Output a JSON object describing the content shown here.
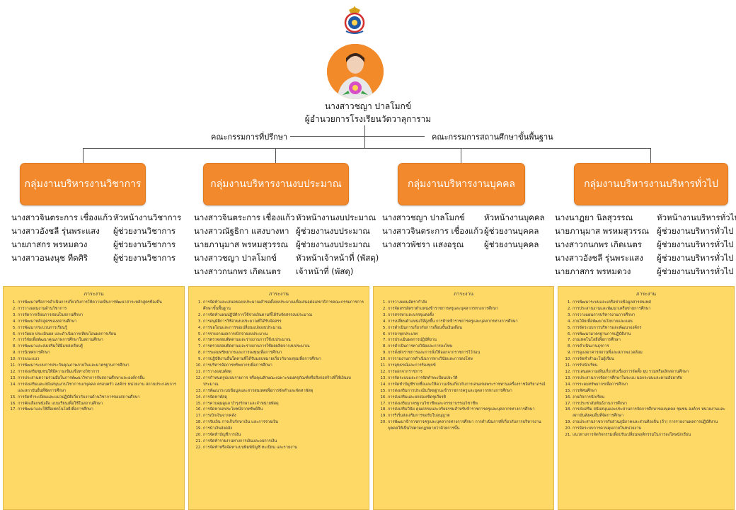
{
  "director": {
    "name": "นางสาวชญา ปาลโมกข์",
    "title": "ผู้อำนวยการโรงเรียนวัดวาลุการาม"
  },
  "committees": {
    "advisory": "คณะกรรมการที่ปรึกษา",
    "basic_education": "คณะกรรมการสถานศึกษาขั้นพื้นฐาน"
  },
  "colors": {
    "group_box": "#f2892c",
    "panel": "#ffd966",
    "photo_bg": "#f28a2a"
  },
  "groups": [
    {
      "title": "กลุ่มงานบริหารงานวิชาการ",
      "members": [
        {
          "name": "นางสาวจินตระการ เชื่องแก้ว",
          "role": "หัวหน้างานวิชาการ"
        },
        {
          "name": "นางสาวอังชลี รุ่นพระแสง",
          "role": "ผู้ช่วยงานวิชาการ"
        },
        {
          "name": "นายภาสกร พรหมดวง",
          "role": "ผู้ช่วยงานวิชาการ"
        },
        {
          "name": "นางสาวอนงนุช ทีดศิริ",
          "role": "ผู้ช่วยงานวิชาการ"
        }
      ],
      "panel_title": "ภาระงาน",
      "tasks": [
        "การพัฒนาหรือการดำเนินการเกี่ยวกับการให้ความเห็นการพัฒนาสาระหลักสูตรท้องถิ่น",
        "การวางแผนงานด้านวิชาการ",
        "การจัดการเรียนการสอนในสถานศึกษา",
        "การพัฒนาหลักสูตรของสถานศึกษา",
        "การพัฒนากระบวนการเรียนรู้",
        "การวัดผล ประเมินผล และดำเนินการเทียบโอนผลการเรียน",
        "การวิจัยเพื่อพัฒนาคุณภาพการศึกษาในสถานศึกษา",
        "การพัฒนาและส่งเสริมให้มีแหล่งเรียนรู้",
        "การนิเทศการศึกษา",
        "การแนะแนว",
        "การพัฒนาระบบการประกันคุณภาพภายในและมาตรฐานการศึกษา",
        "การส่งเสริมชุมชนให้มีความเข้มแข็งทางวิชาการ",
        "การประสานความร่วมมือในการพัฒนาวิชาการกับสถานศึกษาและองค์กรอื่น",
        "การส่งเสริมและสนับสนุนงานวิชาการแก่บุคคล ครอบครัว องค์กร หน่วยงาน สถานประกอบการและสถาบันอื่นที่จัดการศึกษา",
        "การจัดทำระเบียบและแนวปฏิบัติเกี่ยวกับงานด้านวิชาการของสถานศึกษา",
        "การคัดเลือกหนังสือ แบบเรียนเพื่อใช้ในสถานศึกษา",
        "การพัฒนาและใช้สื่อเทคโนโลยีเพื่อการศึกษา"
      ]
    },
    {
      "title": "กลุ่มงานบริหารงานงบประมาณ",
      "members": [
        {
          "name": "นางสาวจินตระการ เชื่องแก้ว",
          "role": "หัวหน้างานงบประมาณ"
        },
        {
          "name": "นางสาวณัฐธิกา แสงบางหา",
          "role": "ผู้ช่วยงานงบประมาณ"
        },
        {
          "name": "นายภานุมาส พรหมสุวรรณ",
          "role": "ผู้ช่วยงานงบประมาณ"
        },
        {
          "name": "นางสาวชญา ปาลโมกข์",
          "role": "หัวหน้าเจ้าหน้าที่ (พัสดุ)"
        },
        {
          "name": "นางสาวกนกพร เกิดเนตร",
          "role": "เจ้าหน้าที่ (พัสดุ)"
        }
      ],
      "panel_title": "ภาระงาน",
      "tasks": [
        "การจัดทำและเสนอของบประมาณคำขอตั้งงบประมาณเพื่อเสนอต่อเลขาธิการคณะกรรมการการศึกษาขั้นพื้นฐาน",
        "การจัดทำแผนปฏิบัติการใช้จ่ายเงินตามที่ได้รับจัดสรรงบประมาณ",
        "การอนุมัติการใช้จ่ายงบประมาณที่ได้รับจัดสรร",
        "การขอโอนและการขอเปลี่ยนแปลงงบประมาณ",
        "การรายงานผลการเบิกจ่ายงบประมาณ",
        "การตรวจสอบติดตามและรายงานการใช้งบประมาณ",
        "การตรวจสอบติดตามและรายงานการใช้ผลผลิตจากงบประมาณ",
        "การระดมทรัพยากรและการลงทุนเพื่อการศึกษา",
        "การปฏิบัติงานอื่นใดตามที่ได้รับมอบหมายเกี่ยวกับกองทุนเพื่อการศึกษา",
        "การบริหารจัดการทรัพยากรเพื่อการศึกษา",
        "การวางแผนพัสดุ",
        "การกำหนดรูปแบบรายการ หรือคุณลักษณะเฉพาะของครุภัณฑ์หรือสิ่งก่อสร้างที่ใช้เงินงบประมาณ",
        "การพัฒนาระบบข้อมูลและสารสนเทศเพื่อการจัดทำและจัดหาพัสดุ",
        "การจัดหาพัสดุ",
        "การควบคุมดูแล บำรุงรักษาและจำหน่ายพัสดุ",
        "การจัดหาผลประโยชน์จากทรัพย์สิน",
        "การเบิกเงินจากคลัง",
        "การรับเงิน การเก็บรักษาเงิน และการจ่ายเงิน",
        "การนำเงินส่งคลัง",
        "การจัดทำบัญชีการเงิน",
        "การจัดทำรายงานทางการเงินและงบการเงิน",
        "การจัดทำหรือจัดหาแบบพิมพ์บัญชี ทะเบียน และรายงาน"
      ]
    },
    {
      "title": "กลุ่มงานบริหารงานบุคคล",
      "members": [
        {
          "name": "นางสาวชญา ปาลโมกข์",
          "role": "หัวหน้างานบุคคล"
        },
        {
          "name": "นางสาวจินตระการ เชื่องแก้ว",
          "role": "ผู้ช่วยงานบุคคล"
        },
        {
          "name": "นางสาวพัชรา แสงอรุณ",
          "role": "ผู้ช่วยงานบุคคล"
        }
      ],
      "panel_title": "ภาระงาน",
      "tasks": [
        "การวางแผนอัตรากำลัง",
        "การจัดสรรอัตราตำแหน่งข้าราชการครูและบุคลากรทางการศึกษา",
        "การสรรหาและบรรจุแต่งตั้ง",
        "การเปลี่ยนตำแหน่งให้สูงขึ้น การย้ายข้าราชการครูและบุคลากรทางการศึกษา",
        "การดำเนินการเกี่ยวกับการเลื่อนขั้นเงินเดือน",
        "การลาทุกประเภท",
        "การประเมินผลการปฏิบัติงาน",
        "การดำเนินการทางวินัยและการลงโทษ",
        "การสั่งพักราชการและการสั่งให้ออกจากราชการไว้ก่อน",
        "การรายงานการดำเนินการทางวินัยและการลงโทษ",
        "การอุทธรณ์และการร้องทุกข์",
        "การออกจากราชการ",
        "การจัดระบบและการจัดทำทะเบียนประวัติ",
        "การจัดทำบัญชีรายชื่อและให้ความเห็นเกี่ยวกับการเสนอขอพระราชทานเครื่องราชอิสริยาภรณ์",
        "การส่งเสริมการประเมินวิทยฐานะข้าราชการครูและบุคลากรทางการศึกษา",
        "การส่งเสริมและยกย่องเชิดชูเกียรติ",
        "การส่งเสริมมาตรฐานวิชาชีพและจรรยาบรรณวิชาชีพ",
        "การส่งเสริมวินัย คุณธรรมและจริยธรรมสำหรับข้าราชการครูและบุคลากรทางการศึกษา",
        "การริเริ่มส่งเสริมการขอรับใบอนุญาต",
        "การพัฒนาข้าราชการครูและบุคลากรทางการศึกษา การดำเนินการที่เกี่ยวกับการบริหารงานบุคคลให้เป็นไปตามกฎหมายว่าด้วยการนั้น"
      ]
    },
    {
      "title": "กลุ่มงานบริหารงานบริหารทั่วไป",
      "members": [
        {
          "name": "นางนาฏยา นิลสุวรรณ",
          "role": "หัวหน้างานบริหารทั่วไป"
        },
        {
          "name": "นายภานุมาส พรหมสุวรรณ",
          "role": "ผู้ช่วยงานบริหารทั่วไป"
        },
        {
          "name": "นางสาวกนกพร เกิดเนตร",
          "role": "ผู้ช่วยงานบริหารทั่วไป"
        },
        {
          "name": "นางสาวอังชลี รุ่นพระแสง",
          "role": "ผู้ช่วยงานบริหารทั่วไป"
        },
        {
          "name": "นายภาสกร พรหมดวง",
          "role": "ผู้ช่วยงานบริหารทั่วไป"
        }
      ],
      "panel_title": "ภาระงาน",
      "tasks": [
        "การพัฒนาระบบและเครือข่ายข้อมูลสารสนเทศ",
        "การประสานงานและพัฒนาเครือข่ายการศึกษา",
        "การวางแผนการบริหารงานการศึกษา",
        "งานวิจัยเพื่อพัฒนานโยบายและแผน",
        "การจัดระบบการบริหารและพัฒนาองค์กร",
        "การพัฒนามาตรฐานการปฏิบัติงาน",
        "งานเทคโนโลยีเพื่อการศึกษา",
        "การดำเนินงานธุรการ",
        "การดูแลอาคารสถานที่และสภาพแวดล้อม",
        "การจัดทำสำมะโนผู้เรียน",
        "การรับนักเรียน",
        "การเสนอความเห็นเกี่ยวกับเรื่องการจัดตั้ง ยุบ รวมหรือเลิกสถานศึกษา",
        "การประสานการจัดการศึกษาในระบบ นอกระบบและตามอัธยาศัย",
        "การระดมทรัพยากรเพื่อการศึกษา",
        "การทัศนศึกษา",
        "งานกิจการนักเรียน",
        "การประชาสัมพันธ์งานการศึกษา",
        "การส่งเสริม สนับสนุนและประสานการจัดการศึกษาของบุคคล ชุมชน องค์กร หน่วยงานและสถาบันสังคมอื่นที่จัดการศึกษา",
        "งานประสานราชการกับส่วนภูมิภาคและส่วนท้องถิ่น (ถ้า) การรายงานผลการปฏิบัติงาน",
        "การจัดระบบการควบคุมภายในหน่วยงาน",
        "แนวทางการจัดกิจกรรมเพื่อปรับเปลี่ยนพฤติกรรมในการลงโทษนักเรียน"
      ]
    }
  ]
}
